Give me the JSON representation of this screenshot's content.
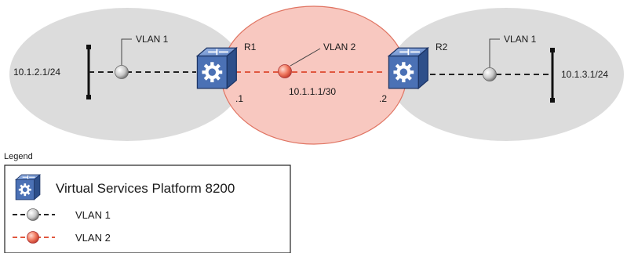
{
  "diagram": {
    "left_network": {
      "subnet": "10.1.2.1/24",
      "vlan_label": "VLAN 1"
    },
    "middle_network": {
      "vlan_label": "VLAN 2",
      "subnet": "10.1.1.1/30"
    },
    "right_network": {
      "subnet": "10.1.3.1/24",
      "vlan_label": "VLAN 1"
    },
    "routers": {
      "r1": {
        "name": "R1",
        "interface": ".1"
      },
      "r2": {
        "name": "R2",
        "interface": ".2"
      }
    }
  },
  "legend": {
    "title": "Legend",
    "items": [
      {
        "icon": "router-icon",
        "label": "Virtual Services Platform 8200"
      },
      {
        "icon": "vlan1-port-icon",
        "label": "VLAN 1"
      },
      {
        "icon": "vlan2-port-icon",
        "label": "VLAN 2"
      }
    ]
  },
  "colors": {
    "grey_cloud": "#dcdcdc",
    "pink_cloud": "#f8c8c0",
    "vlan2_line": "#e0573f",
    "router_blue": "#3f66a8"
  }
}
